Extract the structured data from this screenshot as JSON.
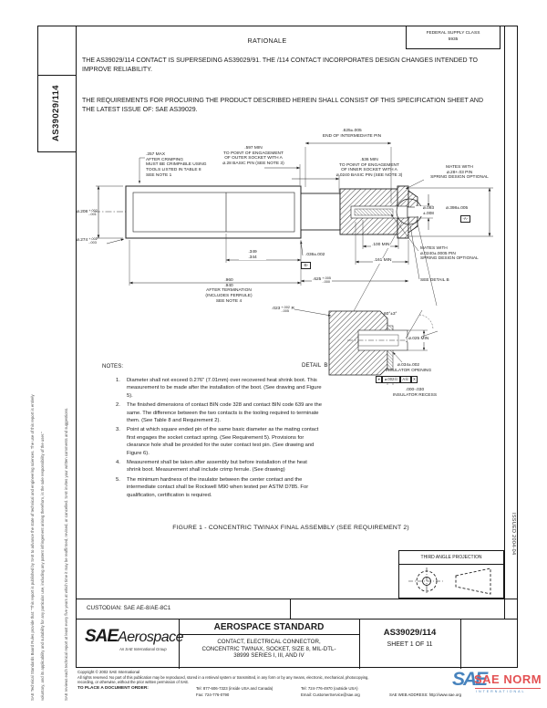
{
  "header": {
    "fsc_line1": "FEDERAL SUPPLY CLASS",
    "fsc_line2": "5935",
    "rationale_title": "RATIONALE",
    "rationale_p1": "THE AS39029/114 CONTACT IS SUPERSEDING AS39029/91.  THE /114 CONTACT INCORPORATES DESIGN CHANGES INTENDED TO IMPROVE RELIABILITY.",
    "rationale_p2": "THE REQUIREMENTS FOR PROCURING THE PRODUCT DESCRIBED HEREIN SHALL CONSIST OF THIS SPECIFICATION SHEET AND THE LATEST ISSUE OF: SAE AS39029."
  },
  "sidebar_left": {
    "doc_number": "AS39029/114",
    "fine_print_1": "SAE Technical Standards Board Rules provide that: “This report is published by SAE to advance the state of technical and engineering sciences.  The use of this report is entirely",
    "fine_print_2": "voluntary, and its applicability and suitability for any particular use, including any patent infringement arising therefrom, is the sole responsibility of the user.”",
    "fine_print_3": "SAE reviews each technical report at least every five years at which time it may be reaffirmed, revised, or cancelled.  SAE invites your written comments and suggestions."
  },
  "sidebar_right": {
    "issued": "ISSUED 2004-04"
  },
  "drawing": {
    "labels": {
      "crimp": ".257 MAX\nAFTER CRIMPING\nMUST BE CRIMPABLE USING\nTOOLS LISTED IN TABLE 8\nSEE NOTE 1",
      "engage_outer": ".597 MIN\nTO POINT OF ENGAGEMENT\nOF OUTER SOCKET WITH A\n⌀.28 BASIC PIN (SEE NOTE 3)",
      "intermediate_pin": ".625±.005\nEND OF INTERMEDIATE PIN",
      "engage_inner": ".536 MIN\nTO POINT OF ENGAGEMENT\nOF INNER SOCKET WITH A\n⌀.0240 BASIC PIN (SEE NOTE 3)",
      "mates_outer": "MATES WITH\n⌀.28+.03 PIN\nSPRING DESIGN OPTIONAL",
      "dia208": {
        "main": "⌀.208",
        "plus": "+.002",
        "minus": "-.001"
      },
      "dia274": {
        "main": "⌀.274",
        "plus": "+.002",
        "minus": "-.003"
      },
      "len349": ".349\n.344",
      "flange036": ".036±.002",
      "datum_b": "-B-",
      "dia093": "⌀.093\n±.008",
      "dia398": "⌀.398±.005",
      "datum_a": "-A-",
      "min100": ".100 MIN",
      "min161": ".161 MIN",
      "len625": {
        "main": ".625",
        "plus": "+.005",
        "minus": "-.000"
      },
      "len960": ".960\n.940\nAFTER TERMINATION\n(INCLUDES FERRULE)\nSEE NOTE 4",
      "mates_inner": "MATES WITH\n⌀.0240±.0005 PIN\nSPRING DESIGN OPTIONAL",
      "see_detail": "SEE DETAIL B",
      "r023": {
        "main": ".023",
        "plus": "+.002",
        "minus": "-.005",
        "suffix": "R"
      },
      "angle60": "60°±3°",
      "dia025": "⌀.025 MIN",
      "detail_label": "DETAIL  B",
      "ins_opening": "⌀.034±.002\nINSULATOR OPENING",
      "fcf": [
        "⌖",
        "⌀.002Ⓜ",
        "AⓂ",
        "X"
      ],
      "ins_recess": ".000-.030\nINSULATOR RECESS"
    }
  },
  "notes": {
    "title": "NOTES:",
    "items": [
      {
        "num": "1.",
        "text": "Diameter shall not exceed 0.276\" (7.01mm) over recovered heat shrink boot.  This measurement to be made after the installation of the boot.  (See drawing and Figure 5)."
      },
      {
        "num": "2.",
        "text": "The finished dimensions of contact BIN code 328 and contact BIN code 639 are the same.  The difference between the two contacts is the tooling required to terminate them.  (See Table 8 and Requirement 2)."
      },
      {
        "num": "3.",
        "text": "Point at which square ended pin of the same basic diameter as the mating contact first engages the socket contact spring.  (See Requirement 5).  Provisions for clearance hole shall be provided for the outer contact test pin.  (See drawing and Figure 6)."
      },
      {
        "num": "4.",
        "text": "Measurement shall be taken after assembly but before installation of the heat shrink boot.  Measurement shall include crimp ferrule.  (See drawing)"
      },
      {
        "num": "5.",
        "text": "The minimum hardness of the insulator between the center contact and the intermediate contact shall be Rockwell M90 when tested per ASTM D785.  For qualification, certification is required."
      }
    ]
  },
  "figure_caption": "FIGURE 1 - CONCENTRIC TWINAX FINAL ASSEMBLY (SEE REQUIREMENT 2)",
  "projection": {
    "label": "THIRD ANGLE PROJECTION"
  },
  "custodian": {
    "label": "CUSTODIAN: SAE AE-8/AE-8C1"
  },
  "title_block": {
    "logo_main": "SAE",
    "logo_sub": "Aerospace",
    "logo_tagline": "An SAE International Group",
    "standard_type": "AEROSPACE STANDARD",
    "title": "CONTACT, ELECTRICAL CONNECTOR,\nCONCENTRIC TWINAX, SOCKET, SIZE 8, MIL-DTL-\n38999 SERIES I, III, AND IV",
    "doc_number": "AS39029/114",
    "sheet": "SHEET 1 OF 11"
  },
  "footer": {
    "copyright": "Copyright © 2002 SAE International",
    "rights": "All rights reserved. No part of this publication may be reproduced, stored in a retrieval system or transmitted, in any form or by any means, electronic, mechanical, photocopying,\nrecording, or otherwise, without the prior written permission of SAE.",
    "order_label": "TO PLACE A DOCUMENT ORDER:",
    "tel_inside": "Tel: 877-606-7323 (inside USA and Canada)",
    "tel_outside": "Tel: 724-776-4970 (outside USA)",
    "fax": "Fax: 724-776-0790",
    "email": "Email: CustomerService@sae.org",
    "web": "SAE WEB ADDRESS: http://www.sae.org"
  },
  "watermark": {
    "emblem": "SAE",
    "wordmark": "SAE NORM",
    "subtext": "INTERNATIONAL",
    "blue": "#2e72b5",
    "red": "#e03a3c"
  }
}
